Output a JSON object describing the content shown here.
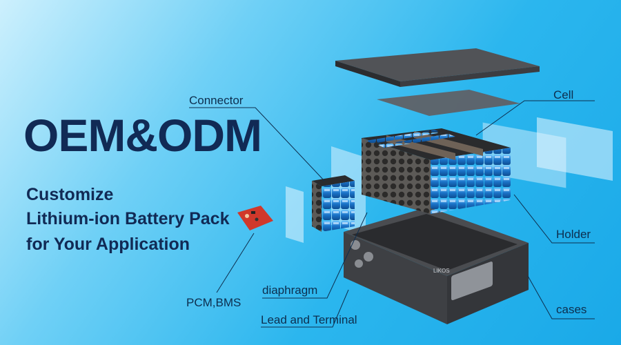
{
  "headline": "OEM&ODM",
  "subtitle_lines": [
    "Customize",
    "Lithium-ion Battery Pack",
    "for Your Application"
  ],
  "labels": {
    "connector": "Connector",
    "cell": "Cell",
    "holder": "Holder",
    "cases": "cases",
    "pcm_bms": "PCM,BMS",
    "diaphragm": "diaphragm",
    "lead_terminal": "Lead and Terminal"
  },
  "case_brand": "LIKOS",
  "colors": {
    "headline": "#112a55",
    "cell_blue": "#1b73c8",
    "case_dark": "#3a3d42",
    "callout_line": "#0d2e4e"
  }
}
